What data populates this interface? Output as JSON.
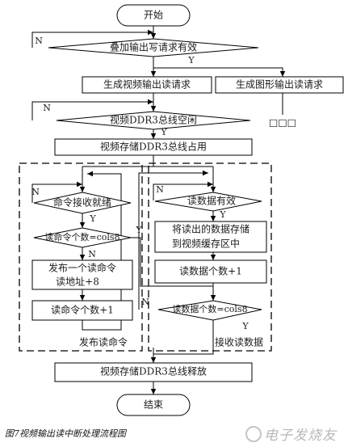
{
  "nodes": {
    "start": "开始",
    "overlay_valid": "叠加输出写请求有效",
    "gen_video_read": "生成视频输出读请求",
    "gen_graphic_read": "生成图形输出读请求",
    "graphic_continue": "□□□",
    "ddr3_idle": "视频DDR3总线空闲",
    "ddr3_occupy": "视频存储DDR3总线占用",
    "cmd_ready": "命令接收就绪",
    "cmd_count_cmp": "读命令个数=cols8",
    "issue_cmd_line1": "发布一个读命令",
    "issue_cmd_line2": "读地址+8",
    "cmd_count_inc": "读命令个数+1",
    "read_valid": "读数据有效",
    "store_line1": "将读出的数据存储",
    "store_line2": "到视频缓存区中",
    "data_count_inc": "读数据个数+1",
    "data_count_cmp": "读数据个数=cols8",
    "ddr3_release": "视频存储DDR3总线释放",
    "end": "结束"
  },
  "groups": {
    "issue_group": "发布读命令",
    "receive_group": "接收读数据"
  },
  "branch_labels": {
    "yes": "Y",
    "no": "N"
  },
  "caption": "图7视频输出读中断处理流程图",
  "watermark": "电子发烧友"
}
